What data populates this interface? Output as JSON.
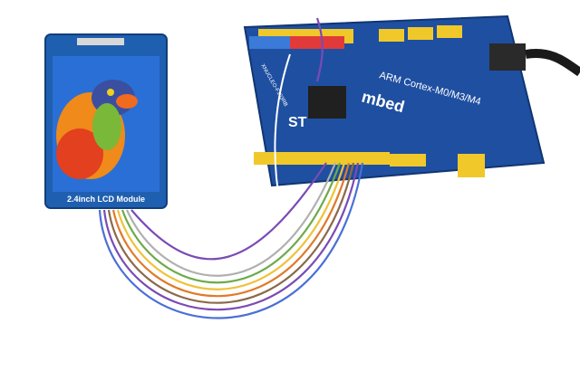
{
  "lcd_module": {
    "label": "2.4inch LCD Module",
    "pcb_color": "#1f5fb0",
    "screen_bg": "#2a6fd6"
  },
  "board": {
    "title_line1": "ARM Cortex-M0/M3/M4",
    "brand": "mbed",
    "logo_text": "ST",
    "side_text": "XNUCLEO-F103RB",
    "pcb_color": "#1f4fa0"
  },
  "wires": {
    "colors": [
      "#7a4bb5",
      "#8a6a4a",
      "#e07a2a",
      "#f0c23a",
      "#6cab4a",
      "#b0b0b0",
      "#ffffff",
      "#4a6fd6"
    ]
  }
}
